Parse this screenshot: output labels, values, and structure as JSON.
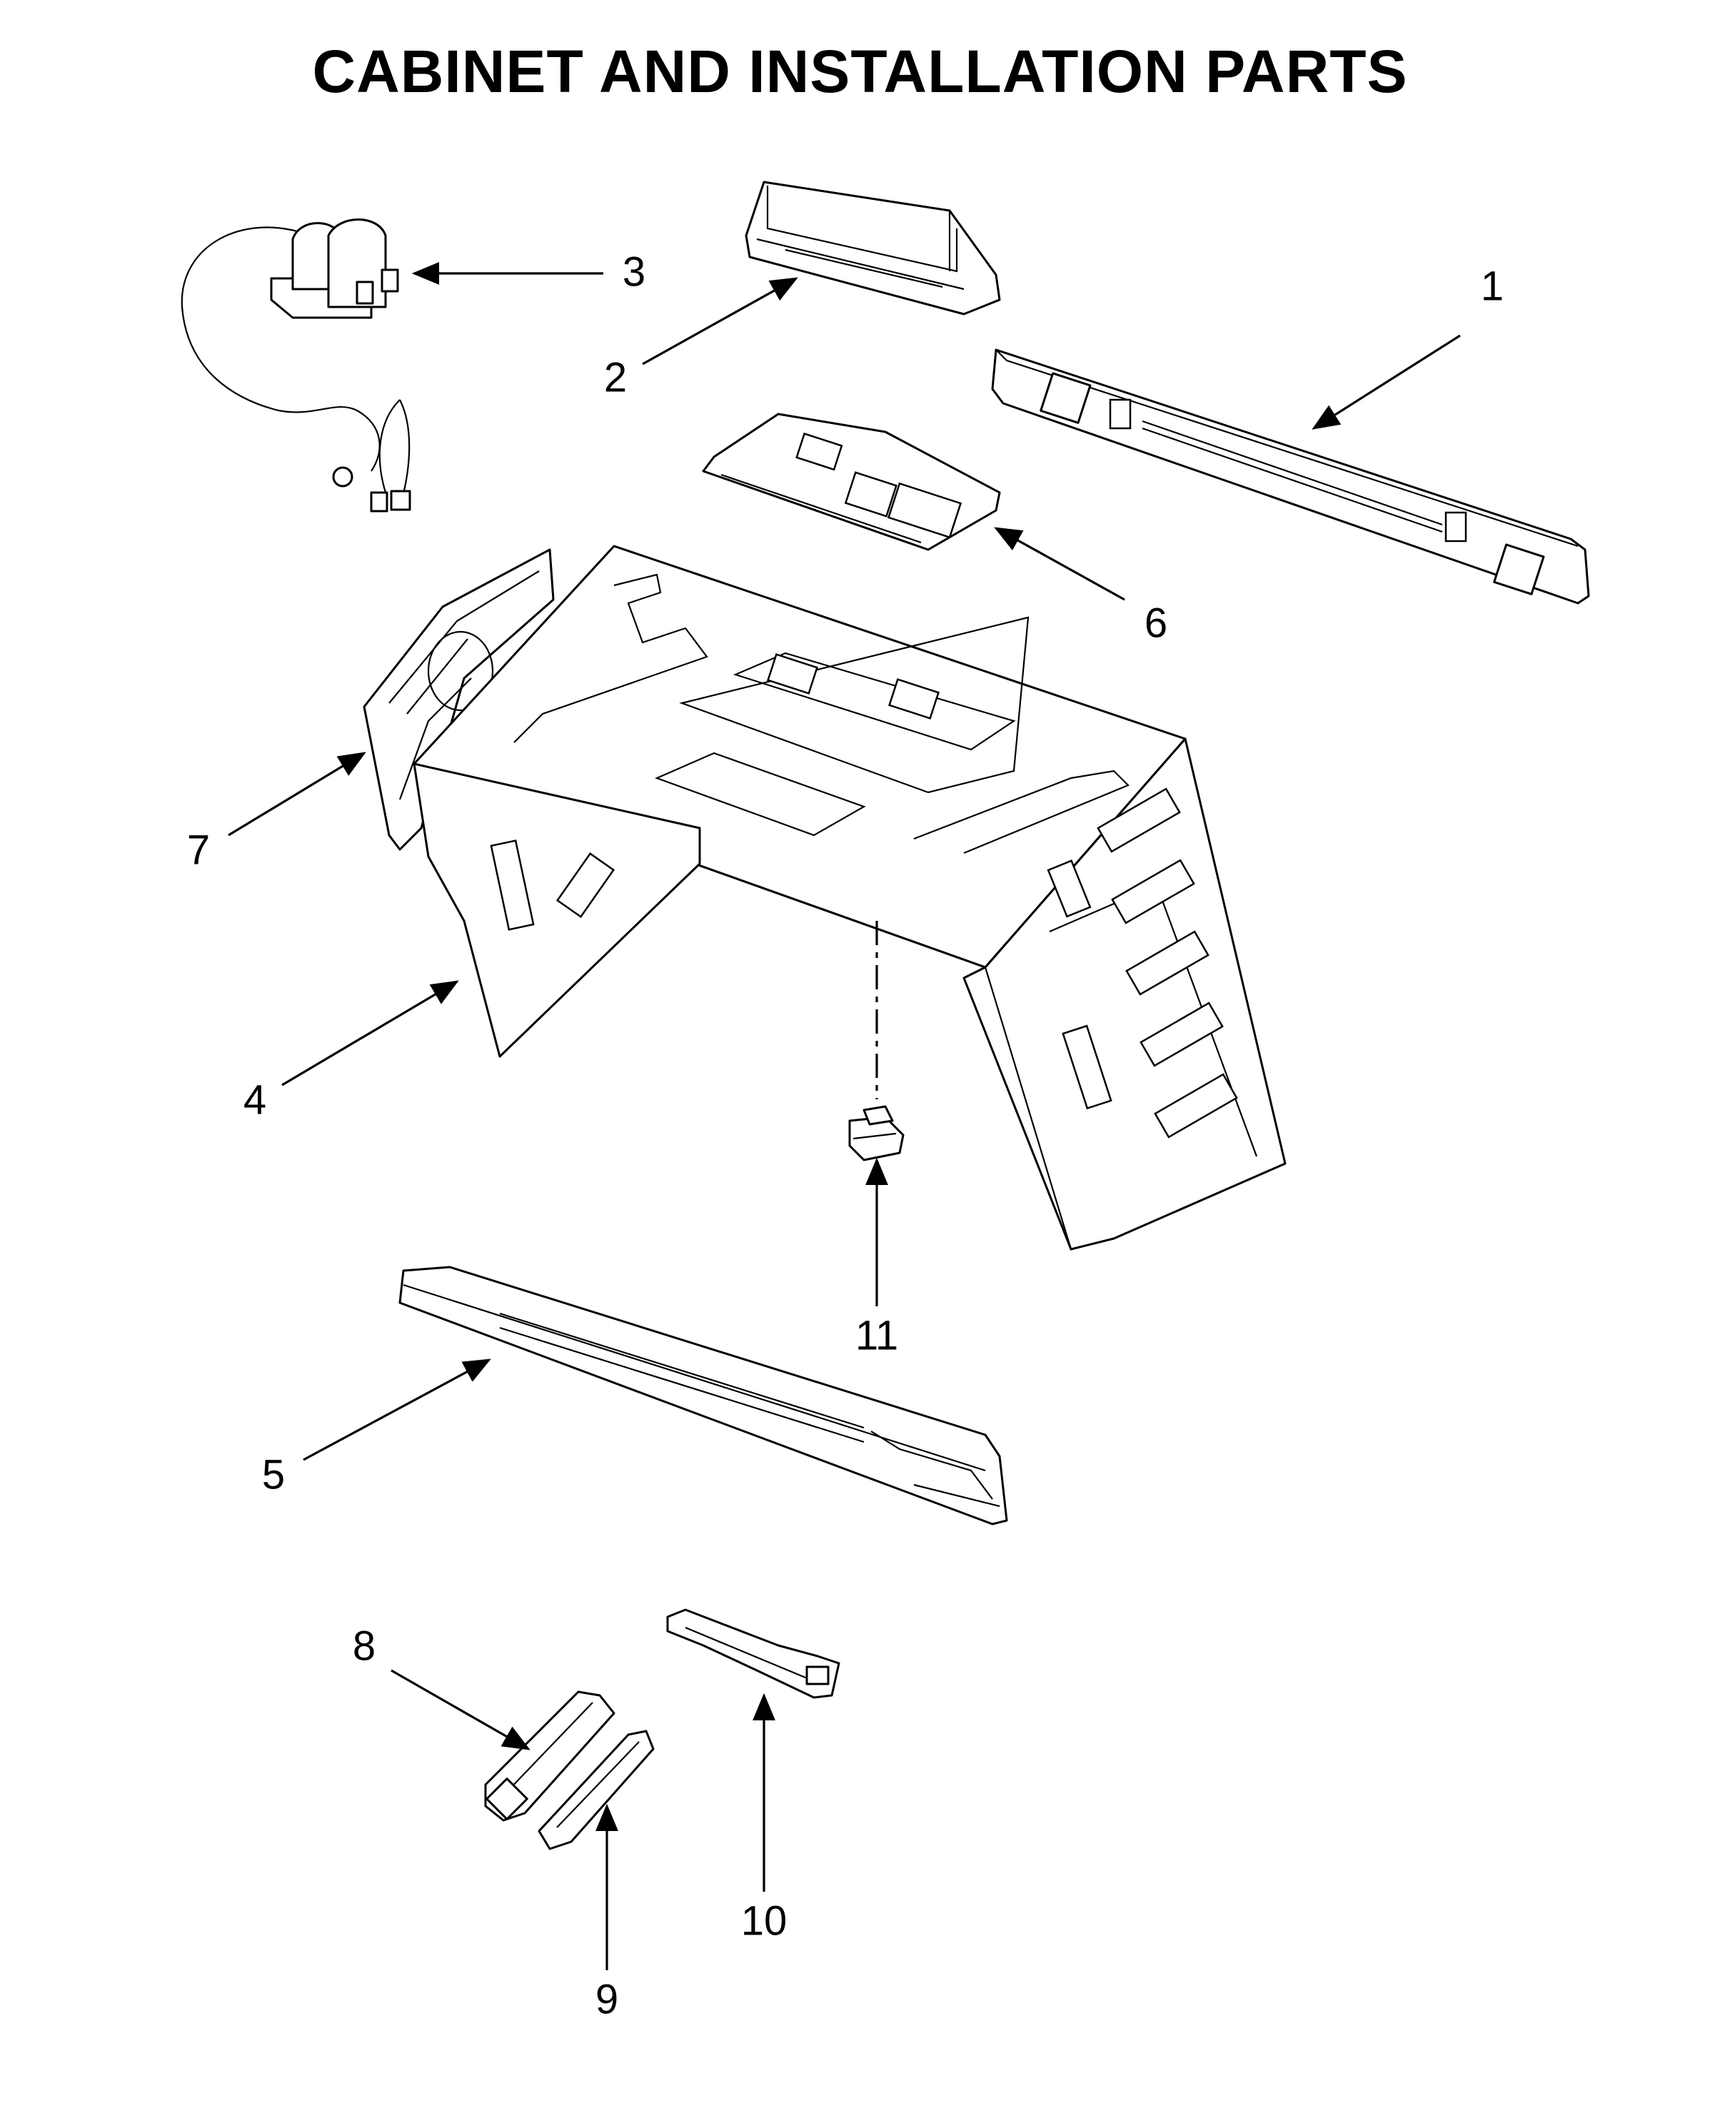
{
  "title": "CABINET AND INSTALLATION PARTS",
  "callouts": {
    "c1": "1",
    "c2": "2",
    "c3": "3",
    "c4": "4",
    "c5": "5",
    "c6": "6",
    "c7": "7",
    "c8": "8",
    "c9": "9",
    "c10": "10",
    "c11": "11"
  }
}
